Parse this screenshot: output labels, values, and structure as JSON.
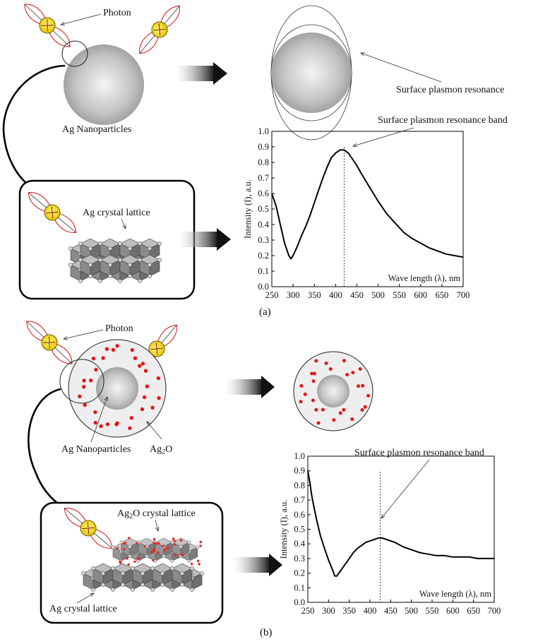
{
  "labels": {
    "photon": "Photon",
    "ag_nanoparticles": "Ag Nanoparticles",
    "ag_crystal_lattice": "Ag crystal lattice",
    "surface_plasmon_resonance": "Surface plasmon resonance",
    "spr_band": "Surface plasmon resonance band",
    "ag2o_prefix": "Ag",
    "ag2o_sub": "2",
    "ag2o_suffix": "O",
    "ag2o_lattice_suffix": "O crystal lattice",
    "panel_a": "(a)",
    "panel_b": "(b)"
  },
  "chart_data": [
    {
      "type": "line",
      "panel": "a",
      "title": "",
      "xlabel": "Wave length (λ), nm",
      "ylabel": "Intensity (I), a.u.",
      "xlim": [
        250,
        700
      ],
      "ylim": [
        0,
        1.0
      ],
      "x_ticks": [
        "250",
        "300",
        "350",
        "400",
        "450",
        "500",
        "550",
        "600",
        "650",
        "700"
      ],
      "y_ticks": [
        "0.0",
        "0.1",
        "0.2",
        "0.3",
        "0.4",
        "0.5",
        "0.6",
        "0.7",
        "0.8",
        "0.9",
        "1.0"
      ],
      "peak_marker_x": 420,
      "series": [
        {
          "x": [
            250,
            260,
            270,
            280,
            290,
            295,
            300,
            310,
            320,
            330,
            340,
            350,
            360,
            370,
            380,
            390,
            400,
            410,
            420,
            430,
            440,
            450,
            460,
            480,
            500,
            520,
            540,
            560,
            580,
            600,
            620,
            640,
            660,
            680,
            700
          ],
          "y": [
            0.6,
            0.52,
            0.4,
            0.28,
            0.2,
            0.18,
            0.2,
            0.26,
            0.33,
            0.39,
            0.46,
            0.54,
            0.62,
            0.7,
            0.77,
            0.83,
            0.86,
            0.88,
            0.88,
            0.86,
            0.82,
            0.78,
            0.73,
            0.64,
            0.55,
            0.47,
            0.41,
            0.35,
            0.31,
            0.28,
            0.25,
            0.23,
            0.21,
            0.2,
            0.19
          ]
        }
      ]
    },
    {
      "type": "line",
      "panel": "b",
      "title": "",
      "xlabel": "Wave length (λ), nm",
      "ylabel": "Intensity (I), a.u.",
      "xlim": [
        250,
        700
      ],
      "ylim": [
        0,
        1.0
      ],
      "x_ticks": [
        "250",
        "300",
        "350",
        "400",
        "450",
        "500",
        "550",
        "600",
        "650",
        "700"
      ],
      "y_ticks": [
        "0.0",
        "0.1",
        "0.2",
        "0.3",
        "0.4",
        "0.5",
        "0.6",
        "0.7",
        "0.8",
        "0.9",
        "1.0"
      ],
      "peak_marker_x": 425,
      "series": [
        {
          "x": [
            250,
            255,
            260,
            270,
            280,
            290,
            300,
            310,
            315,
            320,
            330,
            340,
            350,
            360,
            370,
            380,
            390,
            400,
            410,
            420,
            430,
            440,
            450,
            460,
            480,
            500,
            520,
            540,
            560,
            580,
            600,
            620,
            640,
            660,
            680,
            700
          ],
          "y": [
            0.9,
            0.82,
            0.72,
            0.58,
            0.46,
            0.37,
            0.29,
            0.22,
            0.18,
            0.18,
            0.22,
            0.26,
            0.3,
            0.34,
            0.37,
            0.39,
            0.41,
            0.42,
            0.43,
            0.44,
            0.44,
            0.43,
            0.42,
            0.41,
            0.38,
            0.36,
            0.34,
            0.33,
            0.32,
            0.32,
            0.31,
            0.31,
            0.31,
            0.3,
            0.3,
            0.3
          ]
        }
      ]
    }
  ]
}
